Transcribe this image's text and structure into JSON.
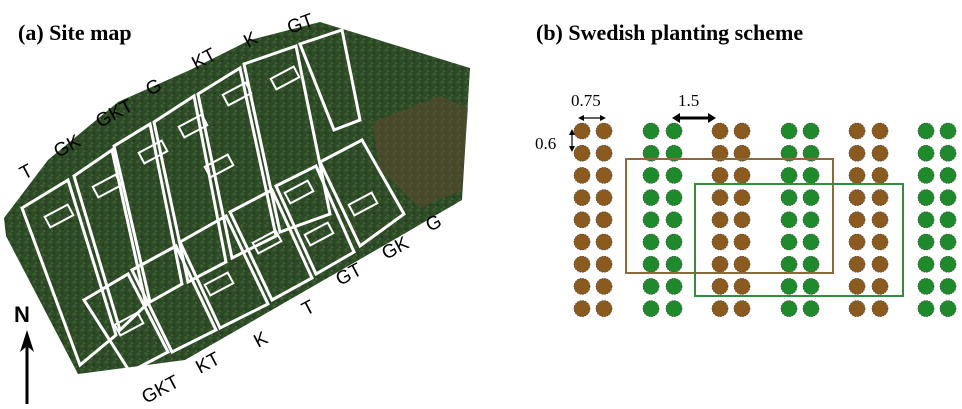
{
  "panel_a": {
    "title": "(a) Site map",
    "north_label": "N",
    "top_row_labels": [
      "T",
      "GK",
      "GKT",
      "G",
      "KT",
      "K",
      "GT"
    ],
    "bottom_row_labels": [
      "GKT",
      "KT",
      "K",
      "T",
      "GT",
      "GK",
      "G"
    ]
  },
  "panel_b": {
    "title": "(b) Swedish planting scheme",
    "dims": {
      "in_row": "0.75",
      "between_rows": "1.5",
      "vertical": "0.6"
    },
    "columns": [
      "brown",
      "brown",
      "green",
      "green",
      "brown",
      "brown",
      "green",
      "green",
      "brown",
      "brown",
      "green",
      "green"
    ],
    "rows_per_column": 9
  },
  "colors": {
    "brown_tree": "#8b5a1e",
    "green_tree": "#1f8a2c",
    "brown_box": "#8b6a3a",
    "green_box": "#2f8f3a",
    "field": "#2c4a25"
  }
}
